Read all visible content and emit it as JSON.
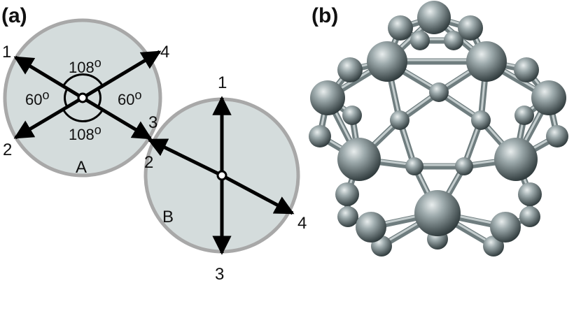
{
  "panels": {
    "a": {
      "label": "(a)"
    },
    "b": {
      "label": "(b)"
    }
  },
  "site_a": {
    "name": "A",
    "ports": [
      "1",
      "2",
      "3",
      "4"
    ],
    "angles": {
      "top": "108",
      "bottom": "108",
      "left": "60",
      "right": "60",
      "degree_symbol": "o"
    }
  },
  "site_b": {
    "name": "B",
    "ports": [
      "1",
      "2",
      "3",
      "4"
    ]
  },
  "colors": {
    "disc_fill": "#d4dcdc",
    "disc_stroke": "#a8a8a8",
    "arrow": "#000000",
    "atom_base": "#8c9b9d"
  }
}
